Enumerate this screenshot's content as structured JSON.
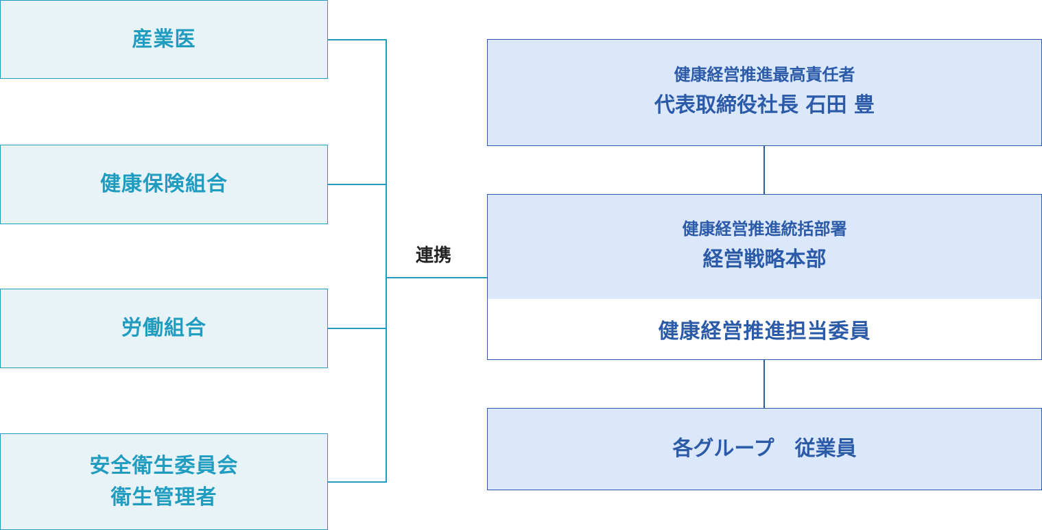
{
  "left_boxes": {
    "sangyoi": "産業医",
    "kenko_hoken": "健康保険組合",
    "rodo_kumiai": "労働組合",
    "anzen_line1": "安全衛生委員会",
    "anzen_line2": "衛生管理者"
  },
  "center_label": "連携",
  "right_boxes": {
    "top": {
      "subtitle": "健康経営推進最高責任者",
      "title": "代表取締役社長 石田 豊"
    },
    "middle": {
      "subtitle": "健康経営推進統括部署",
      "title": "経営戦略本部",
      "bottom": "健康経営推進担当委員"
    },
    "bottom": {
      "title": "各グループ　従業員"
    }
  }
}
